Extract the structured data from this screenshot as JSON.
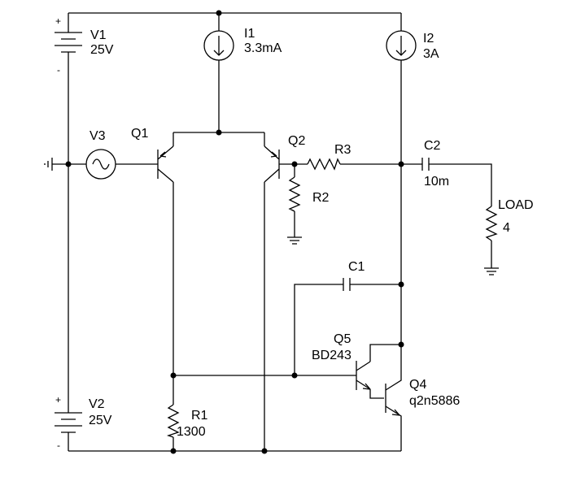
{
  "components": {
    "v1": {
      "ref": "V1",
      "value": "25V",
      "plus": "+",
      "minus": "-"
    },
    "v2": {
      "ref": "V2",
      "value": "25V",
      "plus": "+",
      "minus": "-"
    },
    "v3": {
      "ref": "V3"
    },
    "i1": {
      "ref": "I1",
      "value": "3.3mA"
    },
    "i2": {
      "ref": "I2",
      "value": "3A"
    },
    "q1": {
      "ref": "Q1"
    },
    "q2": {
      "ref": "Q2"
    },
    "q4": {
      "ref": "Q4",
      "model": "q2n5886"
    },
    "q5": {
      "ref": "Q5",
      "model": "BD243"
    },
    "r1": {
      "ref": "R1",
      "value": "1300"
    },
    "r2": {
      "ref": "R2"
    },
    "r3": {
      "ref": "R3"
    },
    "c1": {
      "ref": "C1"
    },
    "c2": {
      "ref": "C2",
      "value": "10m"
    },
    "load": {
      "ref": "LOAD",
      "value": "4"
    }
  },
  "colors": {
    "line": "#000000",
    "background": "#ffffff"
  }
}
